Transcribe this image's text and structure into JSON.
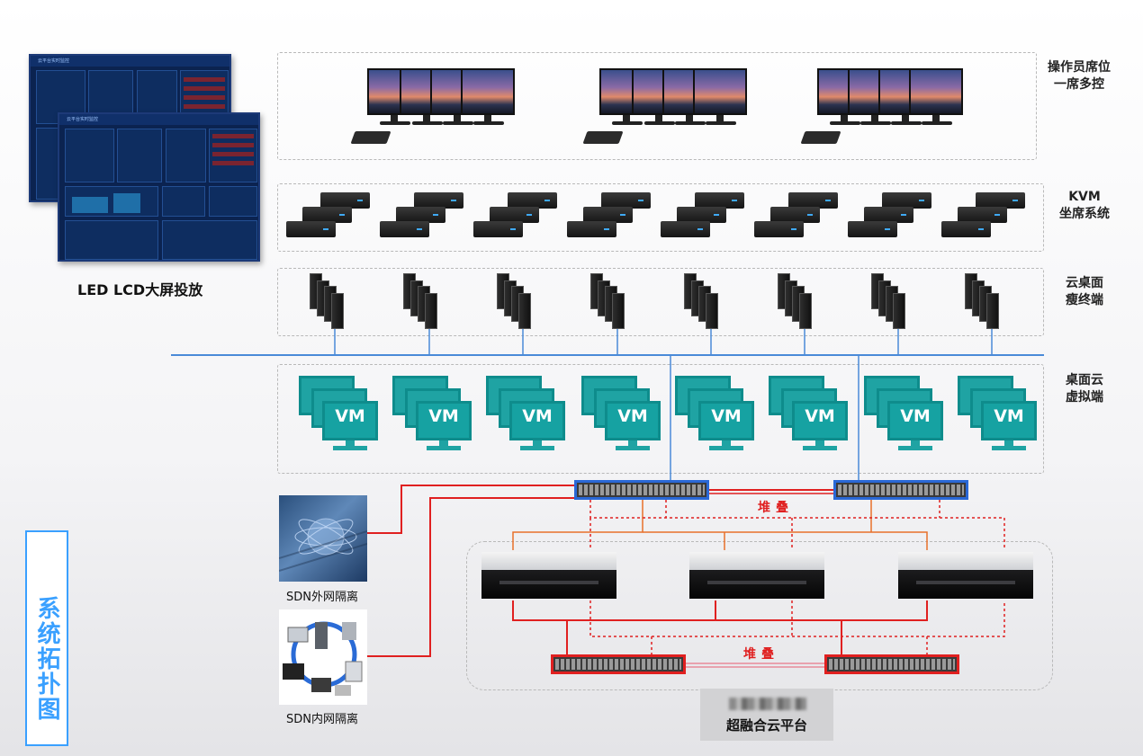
{
  "labels": {
    "operator": [
      "操作员席位",
      "一席多控"
    ],
    "kvm": [
      "KVM",
      "坐席系统"
    ],
    "thin_client": [
      "云桌面",
      "瘦终端"
    ],
    "virtual": [
      "桌面云",
      "虚拟端"
    ],
    "led": "LED LCD大屏投放",
    "vm_text": "VM",
    "stack": "堆叠",
    "sdn_outer": "SDN外网隔离",
    "sdn_inner": "SDN内网隔离",
    "side_title": "系统拓扑图",
    "platform": "超融合云平台"
  },
  "colors": {
    "network_blue": "#4a8ad8",
    "link_red": "#e02020",
    "link_orange": "#e8702a",
    "vm_teal": "#1fa3a3",
    "title_blue": "#3aa0ff"
  },
  "dashboard": {
    "title": "云平台实时监控"
  }
}
